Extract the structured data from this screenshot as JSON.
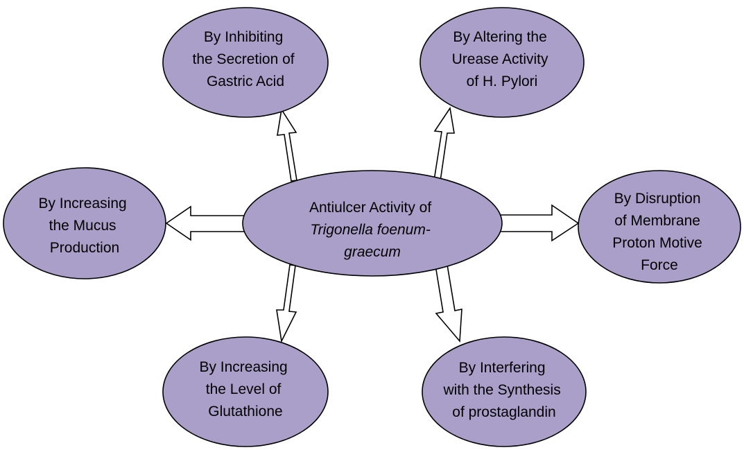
{
  "colors": {
    "node_fill": "#aa9fc9",
    "outline": "#000000",
    "arrow_fill": "#ffffff",
    "background": "#ffffff"
  },
  "center": {
    "lines": [
      {
        "text": "Antiulcer Activity of",
        "italic": false
      },
      {
        "text": "Trigonella foenum-",
        "italic": true
      },
      {
        "text": "graecum",
        "italic": true
      }
    ]
  },
  "nodes": [
    {
      "id": "top-left",
      "lines": [
        "By Inhibiting",
        "the Secretion of",
        "Gastric Acid"
      ]
    },
    {
      "id": "top-right",
      "lines": [
        "By Altering the",
        "Urease Activity",
        "of H. Pylori"
      ]
    },
    {
      "id": "middle-left",
      "lines": [
        "By Increasing",
        "the Mucus",
        "Production"
      ]
    },
    {
      "id": "middle-right",
      "lines": [
        "By Disruption",
        "of Membrane",
        "Proton Motive",
        "Force"
      ]
    },
    {
      "id": "bottom-left",
      "lines": [
        "By Increasing",
        "the Level of",
        "Glutathione"
      ]
    },
    {
      "id": "bottom-right",
      "lines": [
        "By Interfering",
        "with the Synthesis",
        "of prostaglandin"
      ]
    }
  ]
}
